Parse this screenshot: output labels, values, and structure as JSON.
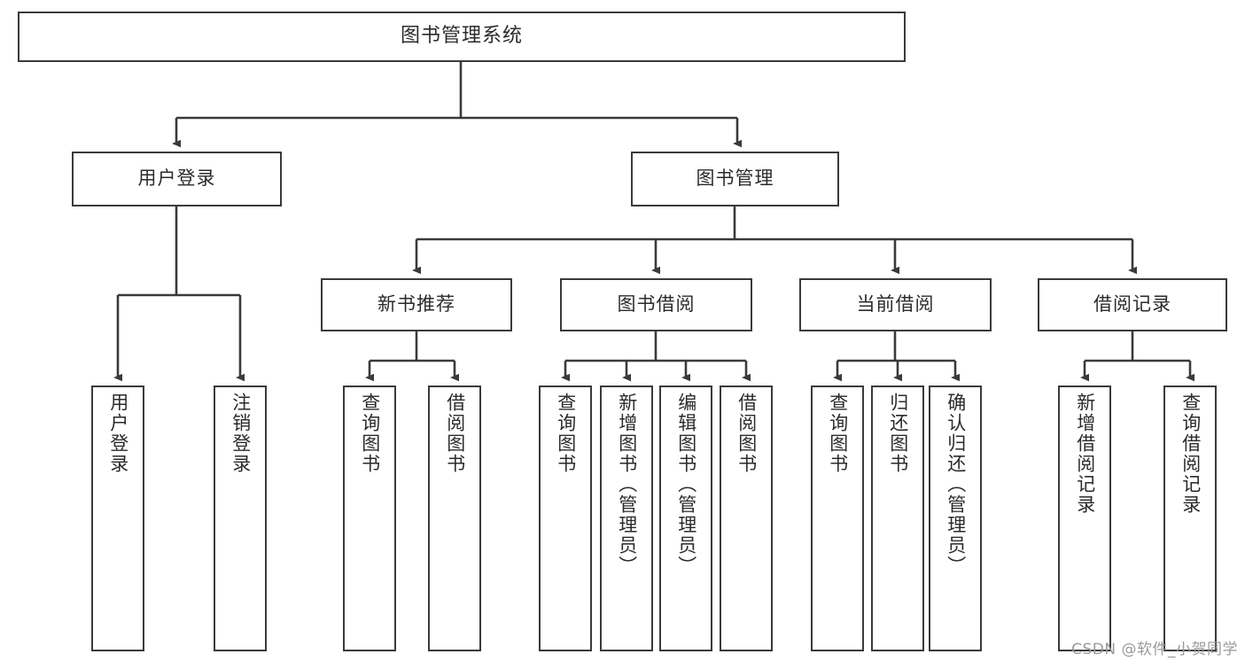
{
  "diagram": {
    "title": "图书管理系统",
    "type": "tree",
    "watermark": "CSDN @软件_小贺同学",
    "colors": {
      "box_border": "#3a3a3a",
      "box_fill": "#ffffff",
      "line": "#3a3a3a",
      "text": "#2b2b2b",
      "watermark": "#9a9a9a",
      "background": "#ffffff"
    },
    "root": {
      "label": "图书管理系统"
    },
    "level2": [
      {
        "label": "用户登录"
      },
      {
        "label": "图书管理"
      }
    ],
    "level3": [
      {
        "label": "新书推荐"
      },
      {
        "label": "图书借阅"
      },
      {
        "label": "当前借阅"
      },
      {
        "label": "借阅记录"
      }
    ],
    "leaves": {
      "user_login": [
        {
          "label": "用户登录"
        },
        {
          "label": "注销登录"
        }
      ],
      "new_book_recommend": [
        {
          "label": "查询图书"
        },
        {
          "label": "借阅图书"
        }
      ],
      "book_borrow": [
        {
          "label": "查询图书"
        },
        {
          "label": "新增图书（管理员）"
        },
        {
          "label": "编辑图书（管理员）"
        },
        {
          "label": "借阅图书"
        }
      ],
      "current_borrow": [
        {
          "label": "查询图书"
        },
        {
          "label": "归还图书"
        },
        {
          "label": "确认归还（管理员）"
        }
      ],
      "borrow_record": [
        {
          "label": "新增借阅记录"
        },
        {
          "label": "查询借阅记录"
        }
      ]
    }
  }
}
